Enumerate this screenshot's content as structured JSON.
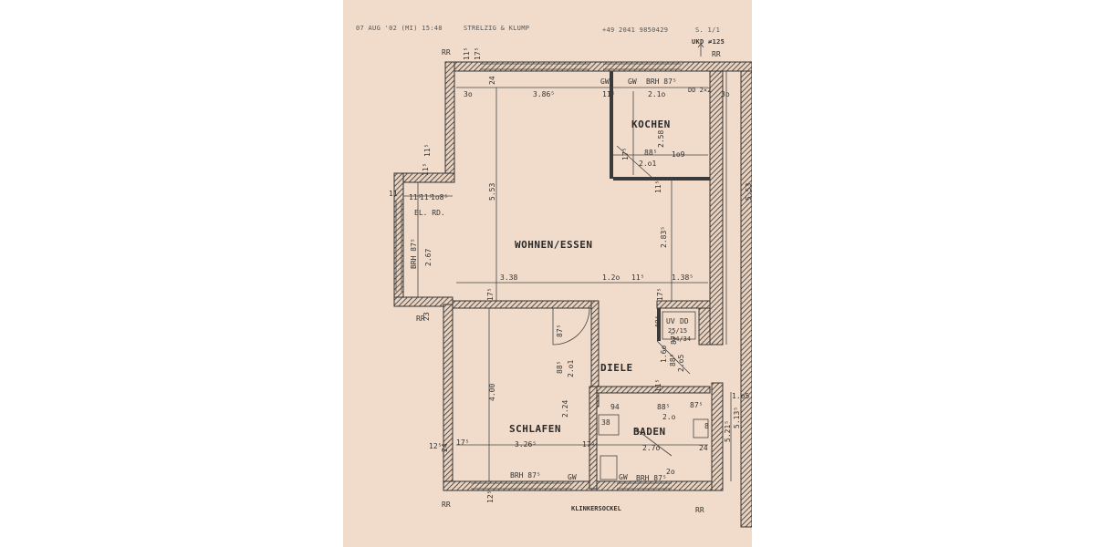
{
  "header": {
    "fax_stamp": "07 AUG '02 (MI) 15:48",
    "sender": "STRELZIG & KLUMP",
    "phone": "+49 2041 9850429",
    "page": "S. 1/1",
    "ukd": "UKD ≠125"
  },
  "rooms": {
    "wohnen": "WOHNEN/ESSEN",
    "kochen": "KOCHEN",
    "schlafen": "SCHLAFEN",
    "diele": "DIELE",
    "baden": "BADEN",
    "elrd": "EL. RD."
  },
  "labels": {
    "klinkersockel": "KLINKERSOCKEL",
    "gw1": "GW",
    "gw2": "GW",
    "gw3": "GW",
    "gw4": "GW",
    "brh_top": "BRH 87⁵",
    "brh_left": "BRH 87⁵",
    "brh_bottom": "BRH 87⁵",
    "brh_bad": "BRH 87⁵",
    "rr_tl": "RR",
    "rr_top": "RR",
    "rr_bl": "RR",
    "rr_br": "RR",
    "rr_l": "RR",
    "dd": "DD 2×2",
    "uv": "UV",
    "dd_small": "DD",
    "uv_size1": "25/15",
    "uv_size2": "34/34"
  },
  "dims": {
    "d_30a": "3o",
    "d_385": "3.86⁵",
    "d_115a": "11⁵",
    "d_210": "2.1o",
    "d_30b": "3o",
    "d_24": "24",
    "d_175top": "17⁵",
    "d_115top": "11⁵",
    "d_553l": "5.53",
    "d_553r": "5.53",
    "d_258": "2.58",
    "d_885": "88⁵",
    "d_109": "1o9",
    "d_201": "2.o1",
    "d_115k": "11⁵",
    "d_175k": "17⁵",
    "d_115l": "11⁵",
    "d_115m": "11⁵",
    "d_1085": "1o8⁵",
    "d_115n": "11⁵",
    "d_267": "2.67",
    "d_2835": "2.83⁵",
    "d_338": "3.38",
    "d_120": "1.2o",
    "d_115o": "11⁵",
    "d_1385": "1.38⁵",
    "d_175w": "17⁵",
    "d_175x": "17⁵",
    "d_875a": "87⁵",
    "d_885b": "88⁵",
    "d_201b": "2.o1",
    "d_400": "4.00",
    "d_224": "2.24",
    "d_3265": "3.26⁵",
    "d_175s": "17⁵",
    "d_125": "12⁵",
    "d_175y": "17⁵",
    "d_94": "94",
    "d_885c": "88⁵",
    "d_875b": "87⁵",
    "d_270": "2.7o",
    "d_24b": "24",
    "d_38": "38",
    "d_20": "2.o",
    "d_160": "1.6o",
    "d_885d": "88⁵",
    "d_115p": "11⁵",
    "d_205": "2.o5",
    "d_485": "48⁵",
    "d_875c": "87⁵",
    "d_105": "1.o5",
    "d_5215": "5.21⁵",
    "d_5135": "5.13⁵",
    "d_115q": "11⁵",
    "d_125b": "12⁵",
    "d_8": "8",
    "d_11": "11",
    "d_20b": "2o",
    "d_23": "23",
    "d_24c": "24"
  }
}
